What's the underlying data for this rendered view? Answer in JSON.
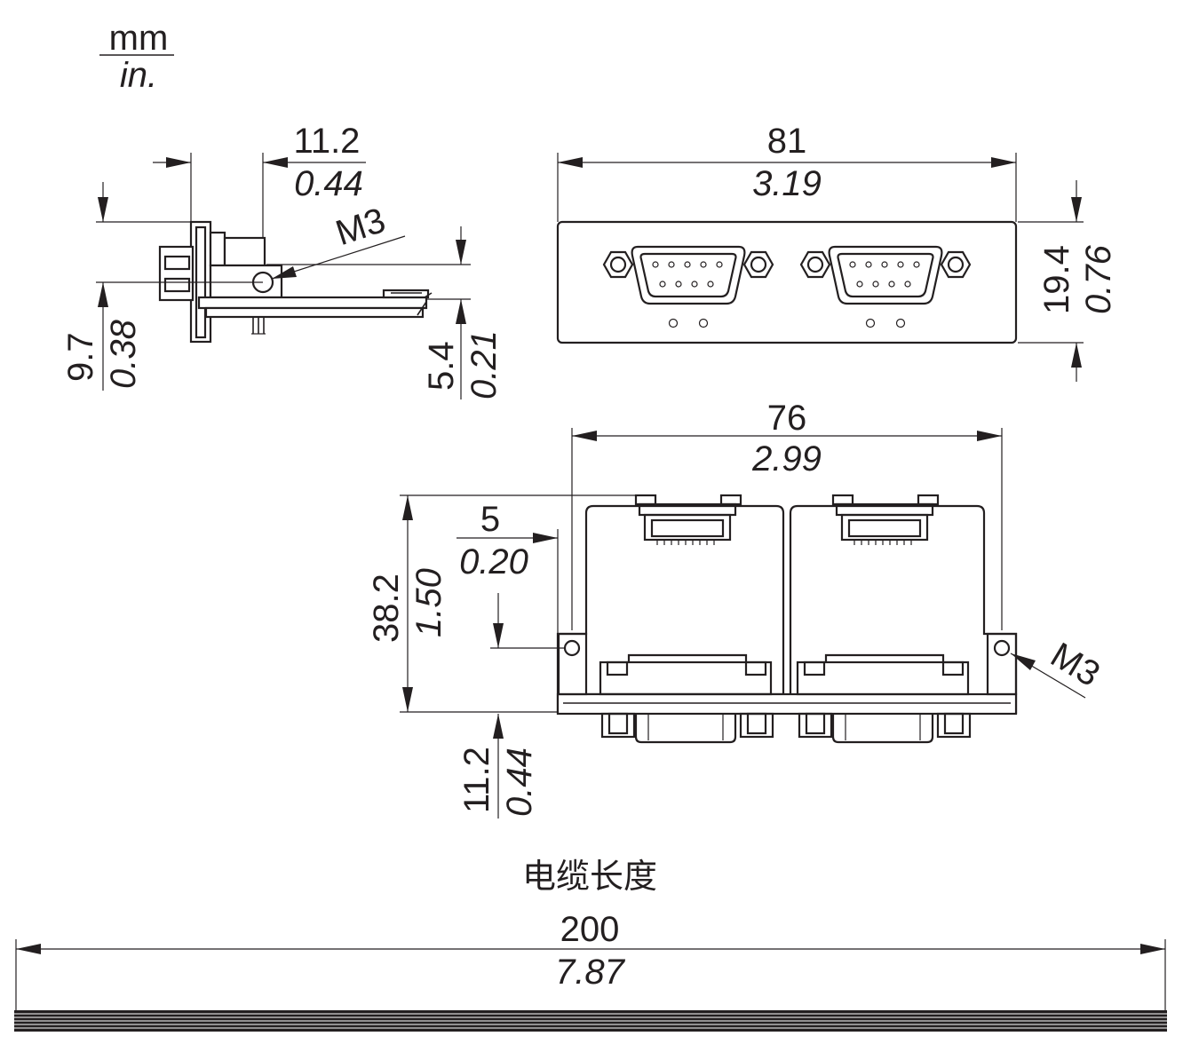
{
  "units": {
    "primary": "mm",
    "secondary": "in."
  },
  "side_view": {
    "depth": {
      "mm": "11.2",
      "in": "0.44"
    },
    "screw": "M3",
    "screw_height": {
      "mm": "9.7",
      "in": "0.38"
    },
    "board_height": {
      "mm": "5.4",
      "in": "0.21"
    }
  },
  "front_view": {
    "width": {
      "mm": "81",
      "in": "3.19"
    },
    "height": {
      "mm": "19.4",
      "in": "0.76"
    }
  },
  "top_view": {
    "width": {
      "mm": "76",
      "in": "2.99"
    },
    "offset": {
      "mm": "5",
      "in": "0.20"
    },
    "height": {
      "mm": "38.2",
      "in": "1.50"
    },
    "connector_protrusion": {
      "mm": "11.2",
      "in": "0.44"
    },
    "screw": "M3"
  },
  "cable": {
    "label": "电缆长度",
    "length": {
      "mm": "200",
      "in": "7.87"
    }
  }
}
